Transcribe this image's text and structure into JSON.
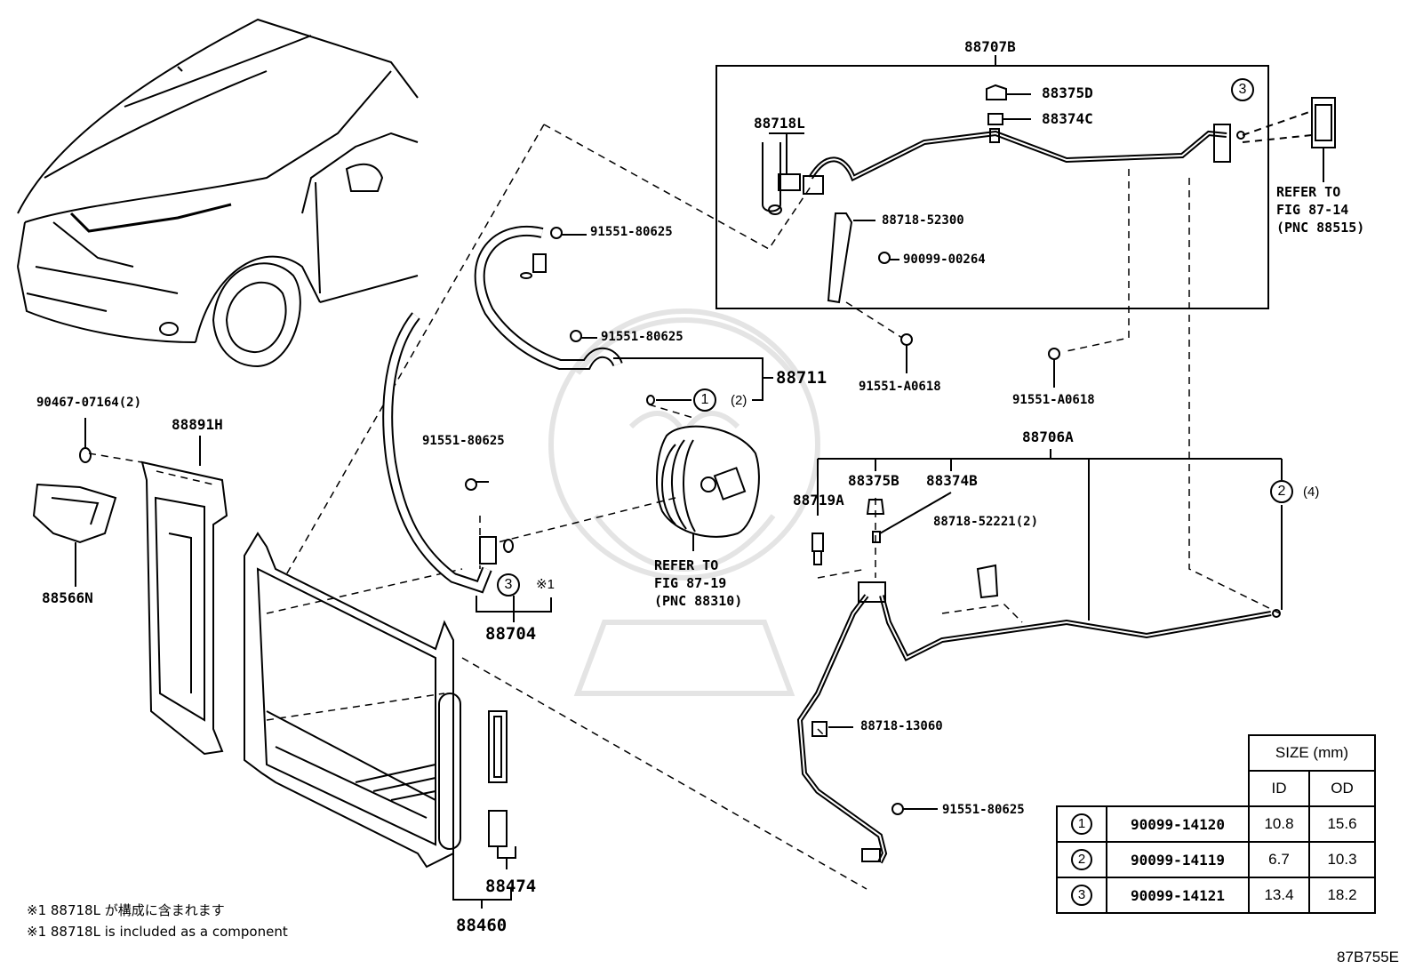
{
  "labels": {
    "a88707B": "88707B",
    "a88375D": "88375D",
    "a88374C": "88374C",
    "a88718L": "88718L",
    "a88718_52300": "88718-52300",
    "a90099_00264": "90099-00264",
    "a91551_80625_top": "91551-80625",
    "a91551_80625_mid": "91551-80625",
    "a88711": "88711",
    "a91551_A0618_left": "91551-A0618",
    "a91551_A0618_right": "91551-A0618",
    "a90467_07164": "90467-07164(2)",
    "a88891H": "88891H",
    "a91551_80625_left": "91551-80625",
    "a88706A": "88706A",
    "a88375B": "88375B",
    "a88374B": "88374B",
    "a88719A": "88719A",
    "a88718_52221": "88718-52221(2)",
    "a88566N": "88566N",
    "a88704": "88704",
    "a88718_13060": "88718-13060",
    "a91551_80625_bottom": "91551-80625",
    "a88474": "88474",
    "a88460": "88460",
    "note_mark": "※1"
  },
  "refs": {
    "fig_87_14": [
      "REFER TO",
      "FIG 87-14",
      "(PNC 88515)"
    ],
    "fig_87_19": [
      "REFER TO",
      "FIG 87-19",
      "(PNC 88310)"
    ]
  },
  "circles": {
    "c1": "1",
    "c1_qty": "(2)",
    "c2": "2",
    "c2_qty": "(4)",
    "c3_top": "3",
    "c3_left": "3"
  },
  "notes": {
    "jp": "※1 88718L が構成に含まれます",
    "en": "※1 88718L is included as a component"
  },
  "size_table": {
    "header": "SIZE (mm)",
    "col_id": "ID",
    "col_od": "OD",
    "rows": [
      {
        "ref": "1",
        "part": "90099-14120",
        "id": "10.8",
        "od": "15.6"
      },
      {
        "ref": "2",
        "part": "90099-14119",
        "id": "6.7",
        "od": "10.3"
      },
      {
        "ref": "3",
        "part": "90099-14121",
        "id": "13.4",
        "od": "18.2"
      }
    ]
  },
  "figure_code": "87B755E"
}
